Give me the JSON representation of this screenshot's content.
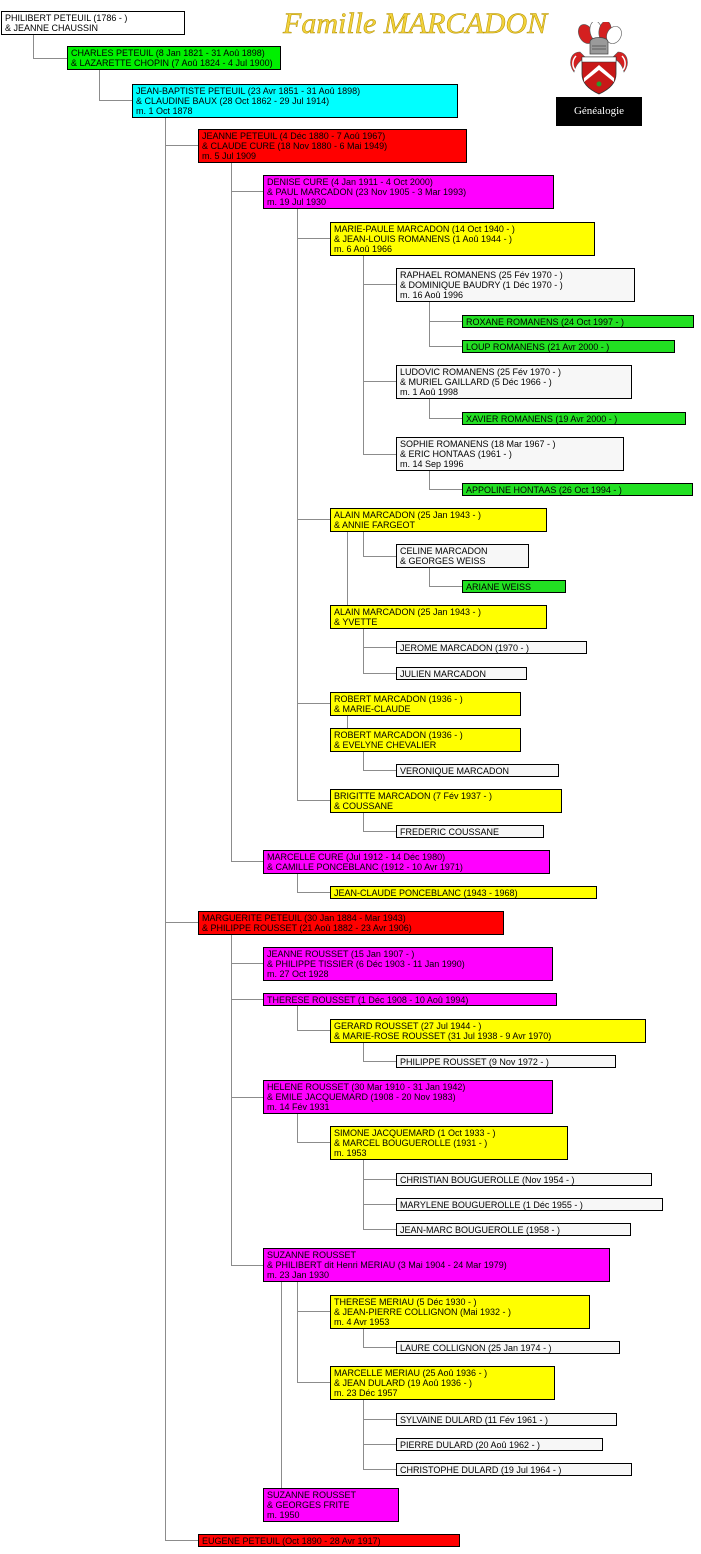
{
  "page": {
    "title": "Famille MARCADON",
    "nav_label": "Généalogie",
    "logo_icon": "coat-of-arms-icon"
  },
  "palette": {
    "gen0": "#ffffff",
    "gen1": "#00f000",
    "gen2": "#00ffff",
    "gen3": "#ff0000",
    "gen4": "#ff00ff",
    "gen5": "#ffff00",
    "gen6": "#f7f7f7",
    "gen7": "#22e022",
    "border": "#000000",
    "connector": "#8c8c8c",
    "title_color": "#f2d23a",
    "nav_bg": "#000000",
    "nav_text": "#ffffff"
  },
  "people": [
    {
      "lines": [
        "PHILIBERT PETEUIL (1786 - )",
        "& JEANNE CHAUSSIN"
      ]
    },
    {
      "lines": [
        "CHARLES PETEUIL (8 Jan 1821 - 31 Aoû 1898)",
        "& LAZARETTE CHOPIN (7 Aoû 1824 - 4 Jul 1900)"
      ]
    },
    {
      "lines": [
        "JEAN-BAPTISTE PETEUIL (23 Avr 1851 - 31 Aoû 1898)",
        "& CLAUDINE BAUX (28 Oct 1862 - 29 Jul 1914)",
        "m. 1 Oct 1878"
      ]
    },
    {
      "lines": [
        "JEANNE PETEUIL (4 Déc 1880 - 7 Aoû 1967)",
        "& CLAUDE CURE (18 Nov 1880 - 6 Mai 1949)",
        "m. 5 Jul 1909"
      ]
    },
    {
      "lines": [
        "DENISE CURE (4 Jan 1911 - 4 Oct 2000)",
        "& PAUL MARCADON (23 Nov 1905 - 3 Mar 1993)",
        "m. 19 Jul 1930"
      ]
    },
    {
      "lines": [
        "MARIE-PAULE MARCADON (14 Oct 1940 - )",
        "& JEAN-LOUIS ROMANENS (1 Aoû 1944 - )",
        "m. 6 Aoû 1966"
      ]
    },
    {
      "lines": [
        "RAPHAEL ROMANENS (25 Fév 1970 - )",
        "& DOMINIQUE BAUDRY (1 Déc 1970 - )",
        "m. 16 Aoû 1996"
      ]
    },
    {
      "lines": [
        "ROXANE ROMANENS (24 Oct 1997 - )"
      ]
    },
    {
      "lines": [
        "LOUP ROMANENS (21 Avr 2000 - )"
      ]
    },
    {
      "lines": [
        "LUDOVIC ROMANENS (25 Fév 1970 - )",
        "& MURIEL GAILLARD (5 Déc 1966 - )",
        "m. 1 Aoû 1998"
      ]
    },
    {
      "lines": [
        "XAVIER ROMANENS (19 Avr 2000 - )"
      ]
    },
    {
      "lines": [
        "SOPHIE ROMANENS (18 Mar 1967 - )",
        "& ERIC HONTAAS (1961 - )",
        "m. 14 Sep 1996"
      ]
    },
    {
      "lines": [
        "APPOLINE HONTAAS (26 Oct 1994 - )"
      ]
    },
    {
      "lines": [
        "ALAIN MARCADON (25 Jan 1943 - )",
        "& ANNIE FARGEOT"
      ]
    },
    {
      "lines": [
        "CELINE MARCADON",
        "& GEORGES WEISS"
      ]
    },
    {
      "lines": [
        "ARIANE WEISS"
      ]
    },
    {
      "lines": [
        "ALAIN MARCADON (25 Jan 1943 - )",
        "& YVETTE"
      ]
    },
    {
      "lines": [
        "JEROME MARCADON (1970 - )"
      ]
    },
    {
      "lines": [
        "JULIEN MARCADON"
      ]
    },
    {
      "lines": [
        "ROBERT MARCADON (1936 - )",
        "& MARIE-CLAUDE"
      ]
    },
    {
      "lines": [
        "ROBERT MARCADON (1936 - )",
        "& EVELYNE CHEVALIER"
      ]
    },
    {
      "lines": [
        "VERONIQUE MARCADON"
      ]
    },
    {
      "lines": [
        "BRIGITTE MARCADON (7 Fév 1937 - )",
        "& COUSSANE"
      ]
    },
    {
      "lines": [
        "FREDERIC COUSSANE"
      ]
    },
    {
      "lines": [
        "MARCELLE CURE (Jul 1912 - 14 Déc 1980)",
        "& CAMILLE PONCEBLANC (1912 - 10 Avr 1971)"
      ]
    },
    {
      "lines": [
        "JEAN-CLAUDE PONCEBLANC (1943 - 1968)"
      ]
    },
    {
      "lines": [
        "MARGUERITE PETEUIL (30 Jan 1884 - Mar 1943)",
        "& PHILIPPE ROUSSET (21 Aoû 1882 - 23 Avr 1906)"
      ]
    },
    {
      "lines": [
        "JEANNE ROUSSET (15 Jan 1907 - )",
        "& PHILIPPE TISSIER (6 Déc 1903 - 11 Jan 1990)",
        "m. 27 Oct 1928"
      ]
    },
    {
      "lines": [
        "THERESE ROUSSET (1 Déc 1908 - 10 Aoû 1994)"
      ]
    },
    {
      "lines": [
        "GERARD ROUSSET (27 Jul 1944 - )",
        "& MARIE-ROSE ROUSSET (31 Jul 1938 - 9 Avr 1970)"
      ]
    },
    {
      "lines": [
        "PHILIPPE ROUSSET (9 Nov 1972 - )"
      ]
    },
    {
      "lines": [
        "HELENE ROUSSET (30 Mar 1910 - 31 Jan 1942)",
        "& EMILE JACQUEMARD (1908 - 20 Nov 1983)",
        "m. 14 Fév 1931"
      ]
    },
    {
      "lines": [
        "SIMONE JACQUEMARD (1 Oct 1933 - )",
        "& MARCEL BOUGUEROLLE (1931 - )",
        "m. 1953"
      ]
    },
    {
      "lines": [
        "CHRISTIAN BOUGUEROLLE (Nov 1954 - )"
      ]
    },
    {
      "lines": [
        "MARYLENE BOUGUEROLLE (1 Déc 1955 - )"
      ]
    },
    {
      "lines": [
        "JEAN-MARC BOUGUEROLLE (1958 - )"
      ]
    },
    {
      "lines": [
        "SUZANNE ROUSSET",
        "& PHILIBERT dit Henri MERIAU (3 Mai 1904 - 24 Mar 1979)",
        "m. 23 Jan 1930"
      ]
    },
    {
      "lines": [
        "THERESE MERIAU (5 Déc 1930 - )",
        "& JEAN-PIERRE COLLIGNON (Mai 1932 - )",
        "m. 4 Avr 1953"
      ]
    },
    {
      "lines": [
        "LAURE COLLIGNON (25 Jan 1974 - )"
      ]
    },
    {
      "lines": [
        "MARCELLE MERIAU (25 Aoû 1936 - )",
        "& JEAN DULARD (19 Aoû 1936 - )",
        "m. 23 Déc 1957"
      ]
    },
    {
      "lines": [
        "SYLVAINE DULARD (11 Fév 1961 - )"
      ]
    },
    {
      "lines": [
        "PIERRE DULARD (20 Aoû 1962 - )"
      ]
    },
    {
      "lines": [
        "CHRISTOPHE DULARD (19 Jul 1964 - )"
      ]
    },
    {
      "lines": [
        "SUZANNE ROUSSET",
        "& GEORGES FRITE",
        "m. 1950"
      ]
    },
    {
      "lines": [
        "EUGENE PETEUIL (Oct 1890 - 28 Avr 1917)"
      ]
    }
  ]
}
